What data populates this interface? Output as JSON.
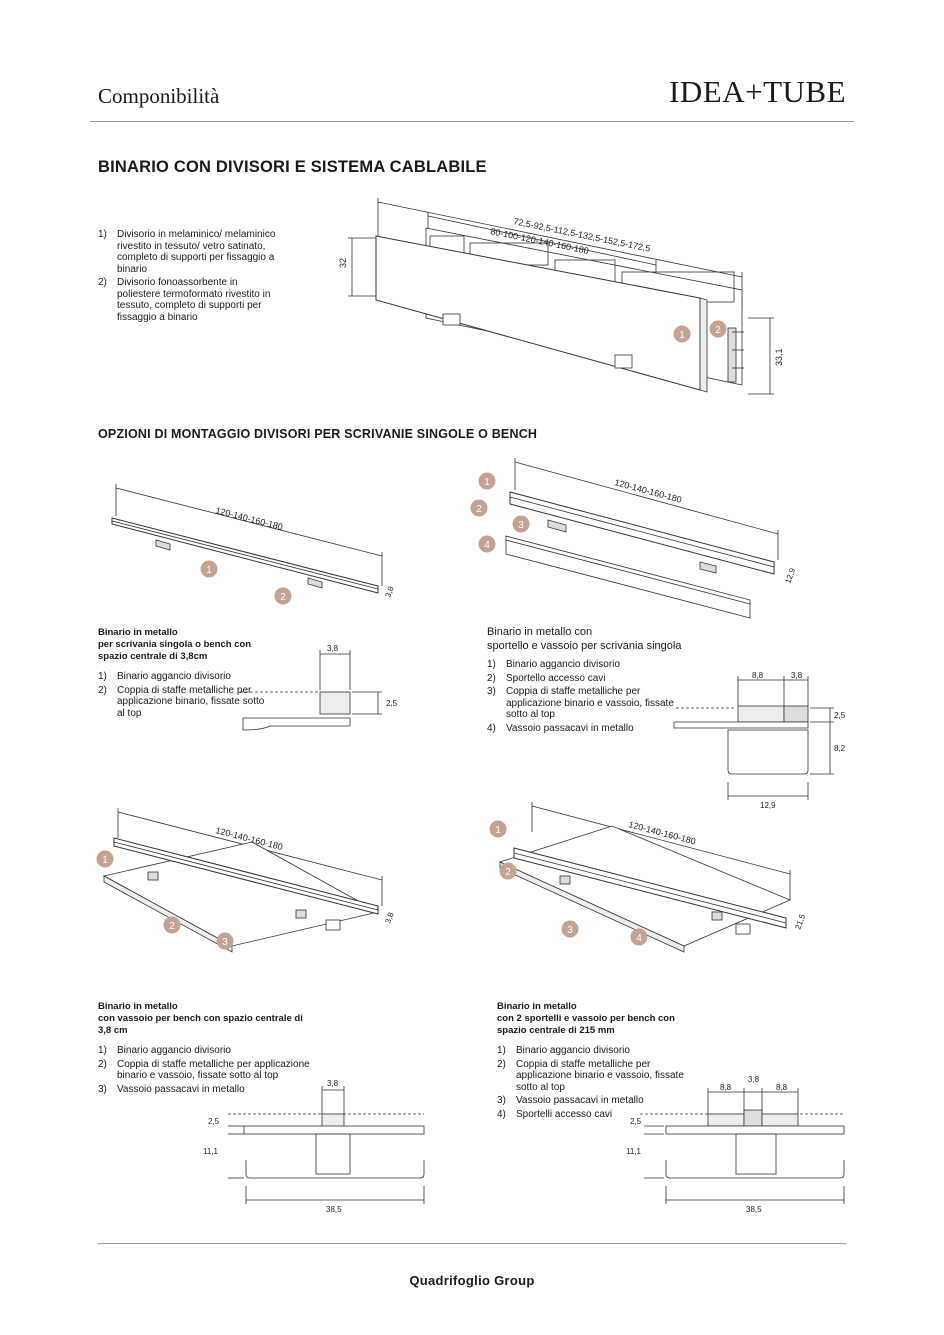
{
  "header": {
    "section_title": "Componibilità",
    "brand": "IDEA+TUBE"
  },
  "section1": {
    "title": "BINARIO CON DIVISORI E SISTEMA CABLABILE",
    "items": [
      {
        "n": "1)",
        "text": "Divisorio in melaminico/ melaminico rivestito in tessuto/ vetro satinato, completo di supporti per fissaggio a binario"
      },
      {
        "n": "2)",
        "text": "Divisorio fonoassorbente in poliestere termoformato rivestito in tessuto, completo di supporti per fissaggio a binario"
      }
    ],
    "dims": {
      "top": "72,5-92,5-112,5-132,5-152,5-172,5",
      "lower": "80-100-120-140-160-180",
      "height_left": "32",
      "height_right": "33,1"
    },
    "badges": [
      "1",
      "2"
    ]
  },
  "section2": {
    "title": "OPZIONI DI MONTAGGIO DIVISORI PER SCRIVANIE SINGOLE O BENCH",
    "opt1": {
      "caption": [
        "Binario in metallo",
        "per scrivania singola o bench con",
        "spazio centrale di 3,8cm"
      ],
      "items": [
        {
          "n": "1)",
          "text": "Binario aggancio divisorio"
        },
        {
          "n": "2)",
          "text": "Coppia di staffe metalliche per applicazione binario, fissate sotto al top"
        }
      ],
      "dims": {
        "length": "120-140-160-180",
        "end": "3,8",
        "w": "3,8",
        "h": "2,5"
      },
      "badges": [
        "1",
        "2"
      ]
    },
    "opt2": {
      "caption": [
        "Binario in metallo con",
        "sportello e vassoio per scrivania singola"
      ],
      "items": [
        {
          "n": "1)",
          "text": "Binario aggancio divisorio"
        },
        {
          "n": "2)",
          "text": "Sportello accesso cavi"
        },
        {
          "n": "3)",
          "text": "Coppia di staffe metalliche per applicazione binario e vassoio, fissate sotto al top"
        },
        {
          "n": "4)",
          "text": "Vassoio passacavi in metallo"
        }
      ],
      "dims": {
        "length": "120-140-160-180",
        "end": "12,9",
        "w1": "8,8",
        "w2": "3,8",
        "h1": "2,5",
        "h2": "8,2",
        "bottom": "12,9"
      },
      "badges": [
        "1",
        "2",
        "3",
        "4"
      ]
    },
    "opt3": {
      "caption": [
        "Binario in metallo",
        "con vassoio per bench con spazio centrale di",
        "3,8 cm"
      ],
      "items": [
        {
          "n": "1)",
          "text": "Binario aggancio divisorio"
        },
        {
          "n": "2)",
          "text": "Coppia di staffe metalliche per applicazione binario e vassoio, fissate sotto al top"
        },
        {
          "n": "3)",
          "text": "Vassoio passacavi in metallo"
        }
      ],
      "dims": {
        "length": "120-140-160-180",
        "end": "3,8",
        "w": "3,8",
        "h1": "2,5",
        "h2": "11,1",
        "bottom": "38,5"
      },
      "badges": [
        "1",
        "2",
        "3"
      ]
    },
    "opt4": {
      "caption": [
        "Binario in metallo",
        "con 2 sportelli e vassoio per bench con",
        "spazio centrale di 215 mm"
      ],
      "items": [
        {
          "n": "1)",
          "text": "Binario aggancio divisorio"
        },
        {
          "n": "2)",
          "text": "Coppia di staffe metalliche per applicazione binario e vassoio, fissate sotto al top"
        },
        {
          "n": "3)",
          "text": "Vassoio passacavi in metallo"
        },
        {
          "n": "4)",
          "text": "Sportelli accesso cavi"
        }
      ],
      "dims": {
        "length": "120-140-160-180",
        "end": "21,5",
        "w1": "8,8",
        "w2": "3,8",
        "w3": "8,8",
        "h1": "2,5",
        "h2": "11,1",
        "bottom": "38,5"
      },
      "badges": [
        "1",
        "2",
        "3",
        "4"
      ]
    }
  },
  "colors": {
    "badge": "#c4a395",
    "rule": "#9a9a9a",
    "text": "#1a1a1a"
  },
  "footer": {
    "brand": "Quadrifoglio Group"
  }
}
